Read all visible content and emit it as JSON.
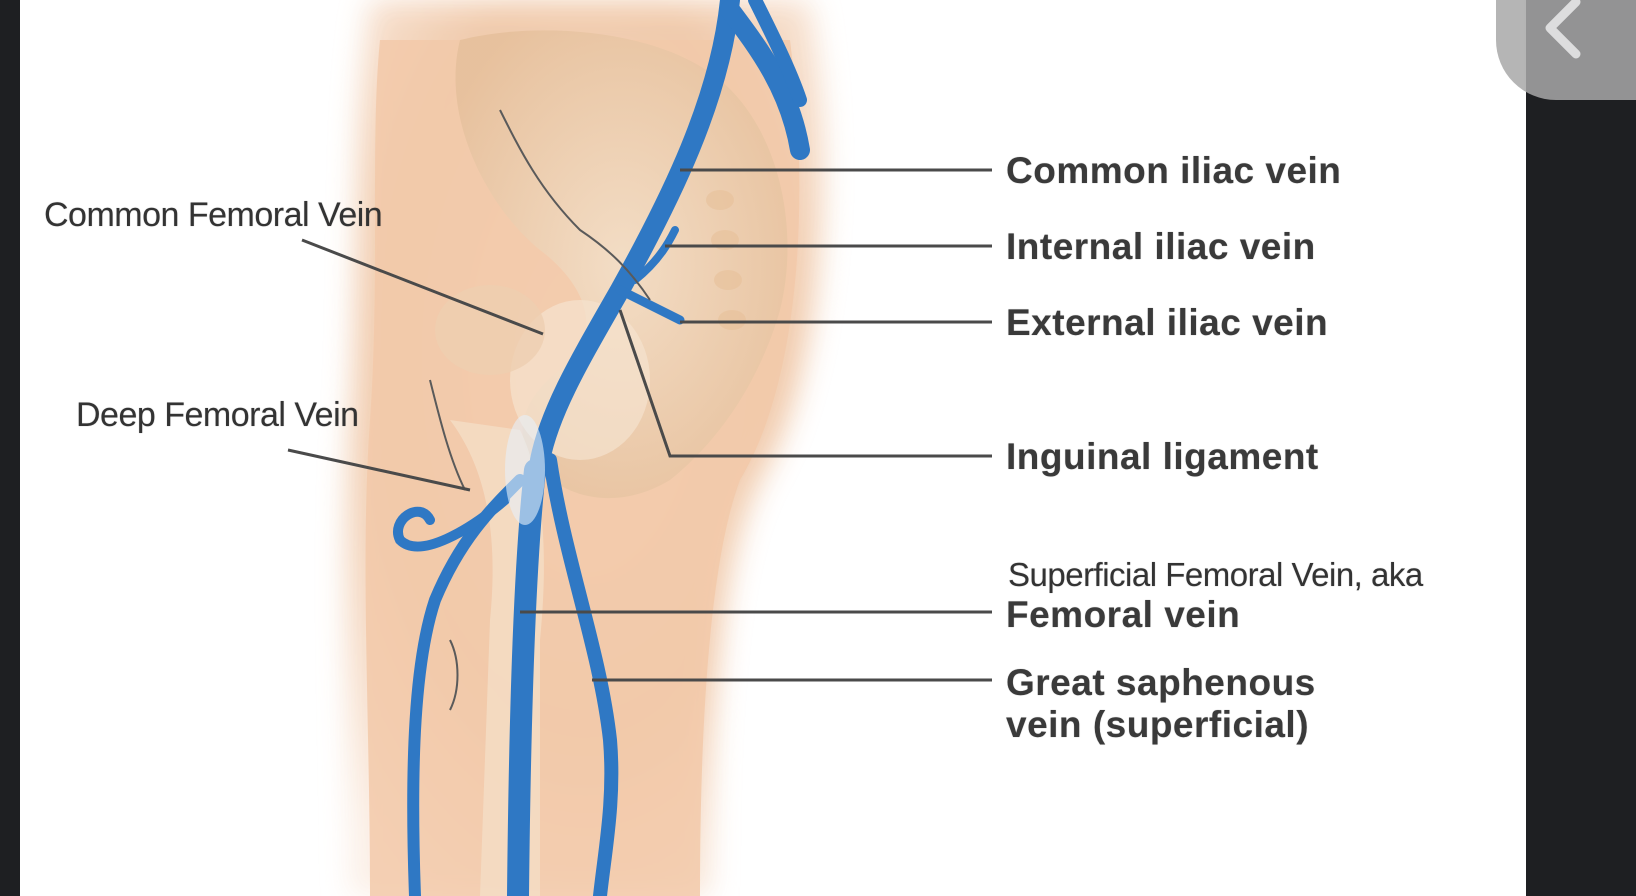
{
  "labels": {
    "common_femoral_vein": "Common Femoral Vein",
    "deep_femoral_vein": "Deep Femoral Vein",
    "common_iliac_vein": "Common iliac vein",
    "internal_iliac_vein": "Internal iliac vein",
    "external_iliac_vein": "External iliac vein",
    "inguinal_ligament": "Inguinal ligament",
    "superficial_femoral_vein": "Superficial Femoral Vein, aka",
    "femoral_vein": "Femoral vein",
    "great_saphenous_line1": "Great saphenous",
    "great_saphenous_line2": "vein (superficial)"
  },
  "controls": {
    "back_icon": "chevron-left-icon"
  },
  "colors": {
    "vein": "#2f78c4",
    "skin": "#f0c8a8",
    "background": "#1e1f22"
  }
}
